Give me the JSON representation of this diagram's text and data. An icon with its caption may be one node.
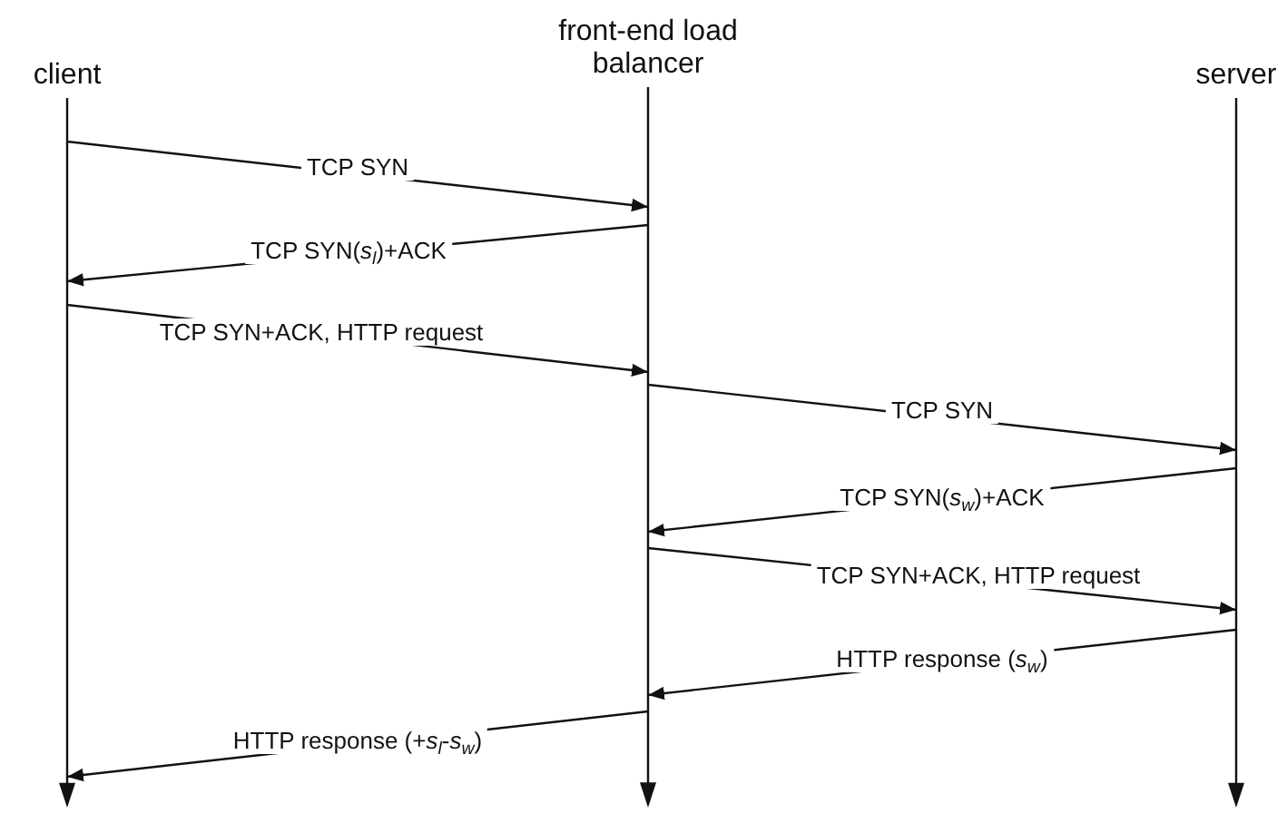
{
  "diagram": {
    "nodes": [
      {
        "text": [
          "client"
        ]
      },
      {
        "text": [
          "front-end load balancer"
        ]
      },
      {
        "text": [
          "server"
        ]
      }
    ],
    "edges": [
      {
        "from": 0,
        "to": 1,
        "arrow": "to",
        "label": "TCP SYN"
      },
      {
        "from": 1,
        "to": 0,
        "arrow": "to",
        "label": "TCP SYN(*s*$_{l}$)+ACK"
      },
      {
        "from": 0,
        "to": 1,
        "arrow": "to",
        "label": "TCP SYN+ACK, HTTP request"
      },
      {
        "from": 1,
        "to": 2,
        "arrow": "to",
        "label": "TCP SYN"
      },
      {
        "from": 2,
        "to": 1,
        "arrow": "to",
        "label": "TCP SYN(*s*$_{w}$)+ACK"
      },
      {
        "from": 1,
        "to": 2,
        "arrow": "to",
        "label": "TCP SYN+ACK, HTTP request"
      },
      {
        "from": 2,
        "to": 1,
        "arrow": "to",
        "label": "HTTP response (*s*$_{w}$)"
      },
      {
        "from": 1,
        "to": 0,
        "arrow": "to",
        "label": "HTTP response (+*s*$_{l}$-*s*$_{w}$)"
      }
    ]
  }
}
